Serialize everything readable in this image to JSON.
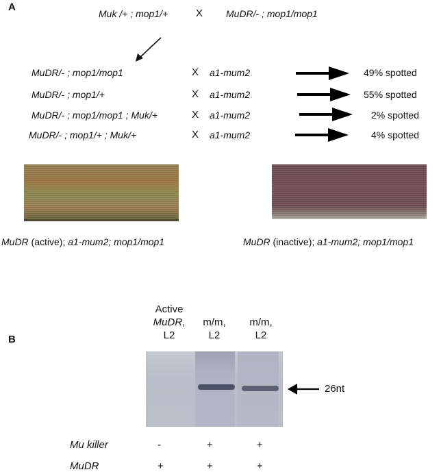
{
  "panel_a": {
    "label": "A",
    "parental_cross": {
      "left": "Muk /+ ; mop1/+",
      "x": "X",
      "right": "MuDR/- ; mop1/mop1"
    },
    "crosses": [
      {
        "female": "MuDR/- ; mop1/mop1",
        "x": "X",
        "male": "a1-mum2",
        "result": "49% spotted"
      },
      {
        "female": "MuDR/- ; mop1/+",
        "x": "X",
        "male": "a1-mum2",
        "result": "55% spotted"
      },
      {
        "female": "MuDR/- ; mop1/mop1 ; Muk/+",
        "x": "X",
        "male": "a1-mum2",
        "result": "2% spotted"
      },
      {
        "female": "MuDR/- ; mop1/+ ; Muk/+",
        "x": "X",
        "male": "a1-mum2",
        "result": "4% spotted"
      }
    ],
    "captions": {
      "left": {
        "gene": "MuDR",
        "state": " (active); ",
        "rest": "a1-mum2; mop1/mop1"
      },
      "right": {
        "gene": "MuDR",
        "state": " (inactive); ",
        "rest": "a1-mum2; mop1/mop1"
      }
    }
  },
  "panel_b": {
    "label": "B",
    "columns": [
      {
        "line1": "Active",
        "line2_italic": "MuDR",
        "line2_rest": ",",
        "line3": "L2"
      },
      {
        "line1": "",
        "line2_italic": "",
        "line2_rest": "m/m,",
        "line3": "L2"
      },
      {
        "line1": "",
        "line2_italic": "",
        "line2_rest": "m/m,",
        "line3": "L2"
      }
    ],
    "band_label": "26nt",
    "rows": [
      {
        "label": "Mu killer",
        "values": [
          "-",
          "+",
          "+"
        ]
      },
      {
        "label": "MuDR",
        "values": [
          "+",
          "+",
          "+"
        ]
      }
    ]
  }
}
